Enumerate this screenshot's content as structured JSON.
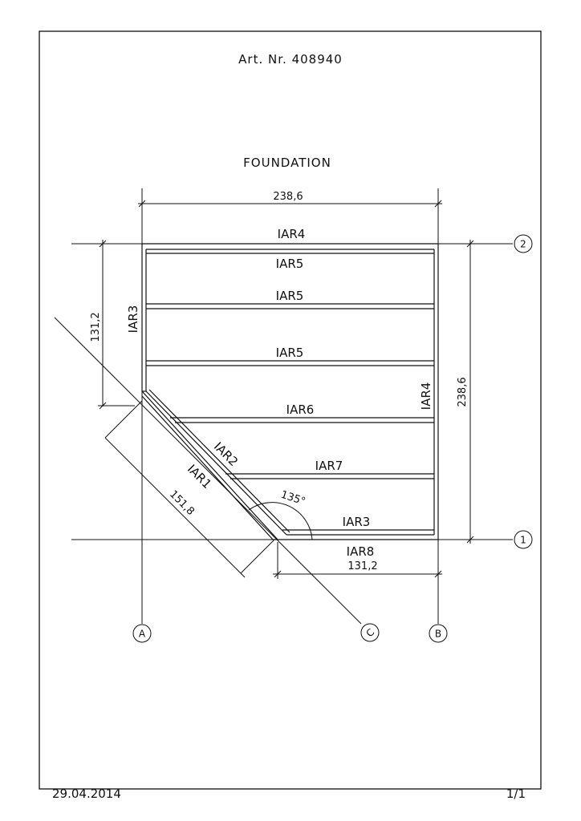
{
  "header": {
    "article": "Art. Nr. 408940",
    "title": "FOUNDATION"
  },
  "dimensions": {
    "top_width": "238,6",
    "right_height": "238,6",
    "left_height": "131,2",
    "bottom_width": "131,2",
    "diagonal": "151,8",
    "angle": "135°"
  },
  "members": {
    "top": "IAR4",
    "joist1": "IAR5",
    "joist2": "IAR5",
    "joist3": "IAR5",
    "joist4": "IAR6",
    "joist5": "IAR7",
    "joist6": "IAR3",
    "left": "IAR3",
    "right": "IAR4",
    "diag_inner": "IAR2",
    "diag_outer": "IAR1",
    "bottom": "IAR8"
  },
  "grid": {
    "row_top": "2",
    "row_bottom": "1",
    "col_a": "A",
    "col_b": "B",
    "col_c": "C"
  },
  "footer": {
    "date": "29.04.2014",
    "page": "1/1"
  }
}
